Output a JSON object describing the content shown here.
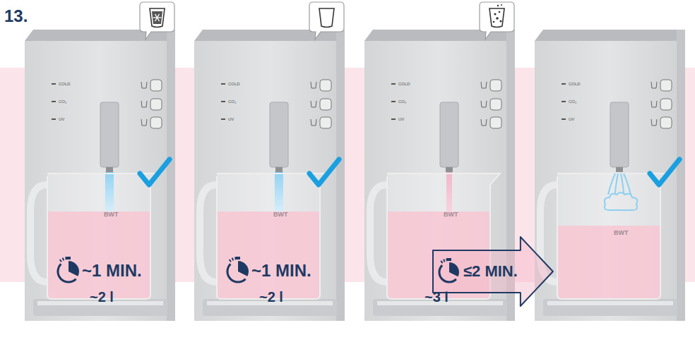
{
  "diagram": {
    "nodes": [
      {
        "text": [
          "≤2 MIN."
        ]
      }
    ],
    "labels": [
      "13.",
      "COLD",
      "CO₂",
      "UV",
      "BWT",
      "~1 MIN.",
      "~2 l",
      "COLD",
      "CO₂",
      "UV",
      "BWT",
      "~1 MIN.",
      "~2 l",
      "COLD",
      "CO₂",
      "UV",
      "BWT",
      "~3 l",
      "COLD",
      "CO₂",
      "UV",
      "BWT"
    ]
  }
}
